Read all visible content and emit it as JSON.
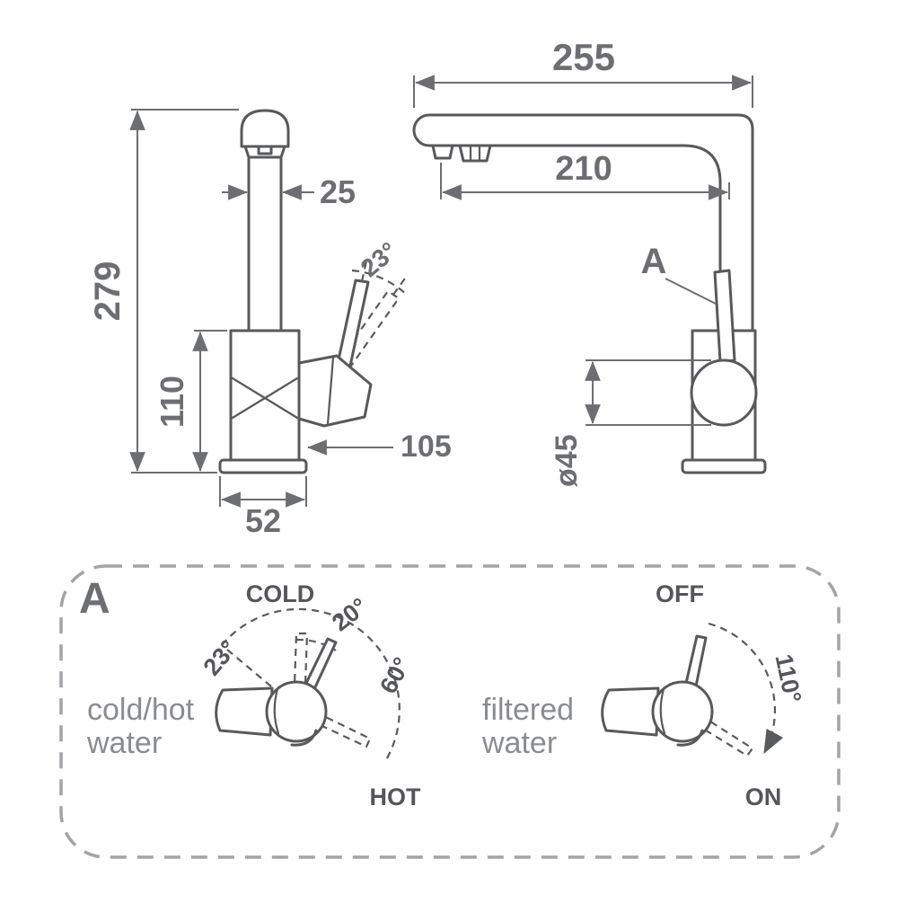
{
  "colors": {
    "outline": "#58595b",
    "dimension": "#6d6e71",
    "caption": "#8a8c8f",
    "panel_border": "#a2a4a7"
  },
  "views": {
    "front": {
      "dim_height": "279",
      "dim_body": "110",
      "dim_width": "25",
      "dim_handle": "105",
      "dim_base": "52",
      "angle": "23°"
    },
    "side": {
      "dim_reach": "255",
      "dim_spout": "210",
      "dim_diameter": "ø45",
      "detail_ref": "A"
    }
  },
  "detail_panel": {
    "label": "A",
    "mixer": {
      "caption_line1": "cold/hot",
      "caption_line2": "water",
      "pos_cold": "COLD",
      "pos_hot": "HOT",
      "angle_left": "23°",
      "angle_mid": "20°",
      "angle_right": "60°"
    },
    "filter": {
      "caption_line1": "filtered",
      "caption_line2": "water",
      "pos_off": "OFF",
      "pos_on": "ON",
      "angle": "110°"
    }
  }
}
